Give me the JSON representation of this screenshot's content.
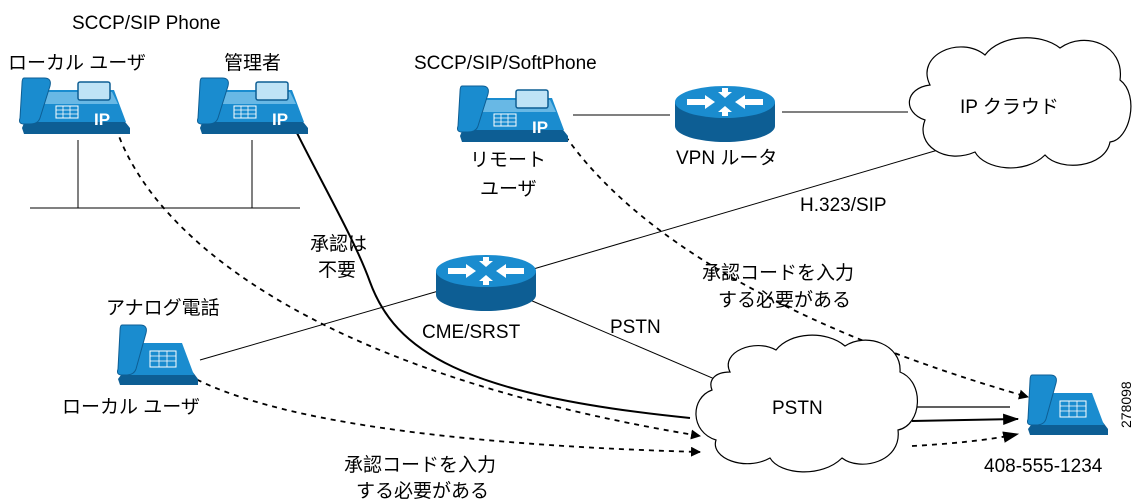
{
  "labels": {
    "sccp_sip_phone": "SCCP/SIP Phone",
    "local_user_top": "ローカル ユーザ",
    "admin": "管理者",
    "sccp_sip_softphone": "SCCP/SIP/SoftPhone",
    "remote_user_line1": "リモート",
    "remote_user_line2": "ユーザ",
    "vpn_router": "VPN ルータ",
    "ip_cloud": "IP クラウド",
    "h323_sip": "H.323/SIP",
    "no_auth_line1": "承認は",
    "no_auth_line2": "不要",
    "auth_required_right_line1": "承認コードを入力",
    "auth_required_right_line2": "する必要がある",
    "analog_phone": "アナログ電話",
    "cme_srst": "CME/SRST",
    "pstn_link": "PSTN",
    "pstn_cloud": "PSTN",
    "local_user_bottom": "ローカル ユーザ",
    "auth_required_bottom_line1": "承認コードを入力",
    "auth_required_bottom_line2": "する必要がある",
    "dest_number": "408-555-1234",
    "figure_id": "278098",
    "phone_ip_text": "IP"
  },
  "icons": {
    "ip_phone": "ip-phone-icon",
    "analog_phone": "analog-phone-icon",
    "router": "router-icon",
    "cloud": "cloud-icon"
  },
  "colors": {
    "device_blue": "#1a8ccf",
    "device_dark": "#0d5e94",
    "device_light": "#7cc3ea"
  }
}
